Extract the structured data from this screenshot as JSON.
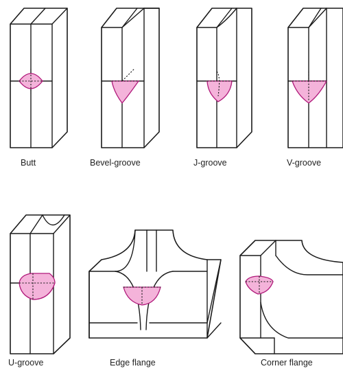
{
  "weld_color": "#f4b3da",
  "weld_stroke": "#b0197a",
  "joints": [
    {
      "id": "butt",
      "label": "Butt"
    },
    {
      "id": "bevel-groove",
      "label": "Bevel-groove"
    },
    {
      "id": "j-groove",
      "label": "J-groove"
    },
    {
      "id": "v-groove",
      "label": "V-groove"
    },
    {
      "id": "u-groove",
      "label": "U-groove"
    },
    {
      "id": "edge-flange",
      "label": "Edge flange"
    },
    {
      "id": "corner-flange",
      "label": "Corner flange"
    }
  ]
}
